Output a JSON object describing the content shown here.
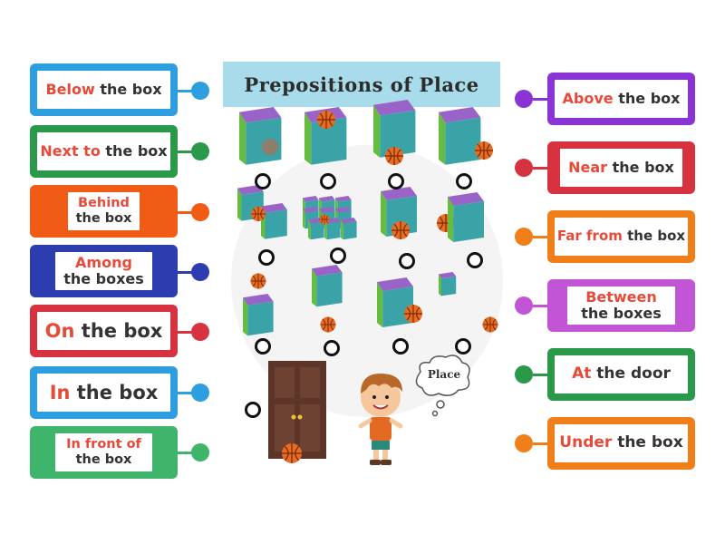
{
  "title": "Prepositions of Place",
  "thought_bubble": "Place",
  "colors": {
    "title_bg": "#a8dcea",
    "highlight_text": "#e84a3a",
    "cube_top": "#9a63c7",
    "cube_left": "#6cc742",
    "cube_right": "#3aa3a7",
    "ball": "#e86d24",
    "door": "#5c3528"
  },
  "left_cards": [
    {
      "hl": "Below",
      "rest": " the box",
      "color": "#2d9ee0"
    },
    {
      "hl": "Next to",
      "rest": " the box",
      "color": "#2a9a4a"
    },
    {
      "hl": "Behind",
      "rest": "the box",
      "color": "#f05b16"
    },
    {
      "hl": "Among",
      "rest": "the boxes",
      "color": "#2c3db0"
    },
    {
      "hl": "On",
      "rest": " the box",
      "color": "#d7323f"
    },
    {
      "hl": "In",
      "rest": " the box",
      "color": "#2d9ee0"
    },
    {
      "hl": "In front of",
      "rest": "the box",
      "color": "#3eb56b"
    }
  ],
  "right_cards": [
    {
      "hl": "Above",
      "rest": " the box",
      "color": "#8a34d6"
    },
    {
      "hl": "Near",
      "rest": " the box",
      "color": "#d7323f"
    },
    {
      "hl": "Far from",
      "rest": " the box",
      "color": "#f07f19"
    },
    {
      "hl": "Between",
      "rest": "the boxes",
      "color": "#c255d6"
    },
    {
      "hl": "At",
      "rest": " the door",
      "color": "#2a9a4a"
    },
    {
      "hl": "Under",
      "rest": " the box",
      "color": "#f07f19"
    }
  ]
}
